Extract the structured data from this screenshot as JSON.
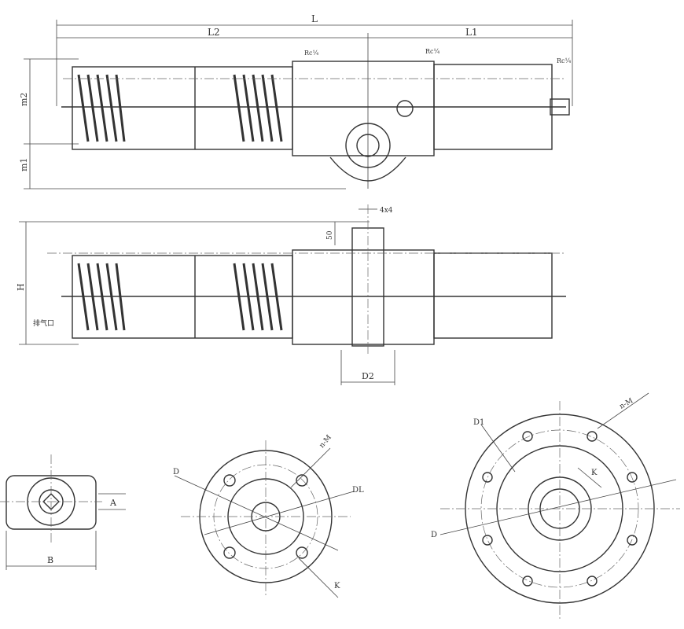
{
  "title": "Pneumatic actuator (spring return) dimension drawing",
  "top_view": {
    "L": "L",
    "L2": "L2",
    "L1": "L1",
    "m2": "m2",
    "m1": "m1",
    "port": "Rc¼"
  },
  "front_view": {
    "H": "H",
    "square": "4x4",
    "height_50": "50",
    "exhaust": "排气口",
    "D2": "D2"
  },
  "drive_view": {
    "B": "B",
    "A": "A"
  },
  "flange_small": {
    "D": "D",
    "DL": "DL",
    "nM": "n-M",
    "K": "K"
  },
  "flange_large": {
    "D1": "D1",
    "D": "D",
    "nM": "n-M",
    "K": "K"
  }
}
